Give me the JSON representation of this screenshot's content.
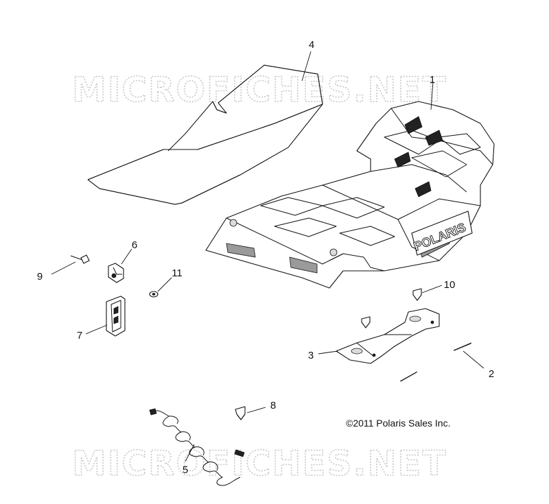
{
  "watermark": {
    "top": "MICROFICHES.NET",
    "bottom": "MICROFICHES.NET"
  },
  "copyright": "©2011 Polaris Sales Inc.",
  "brand_text": "POLARIS",
  "callouts": {
    "c1": "1",
    "c2": "2",
    "c3": "3",
    "c4": "4",
    "c5": "5",
    "c6": "6",
    "c7": "7",
    "c8": "8",
    "c9": "9",
    "c10": "10",
    "c11": "11"
  },
  "colors": {
    "line": "#111111",
    "watermark": "#c8c8c8",
    "background": "#ffffff"
  }
}
